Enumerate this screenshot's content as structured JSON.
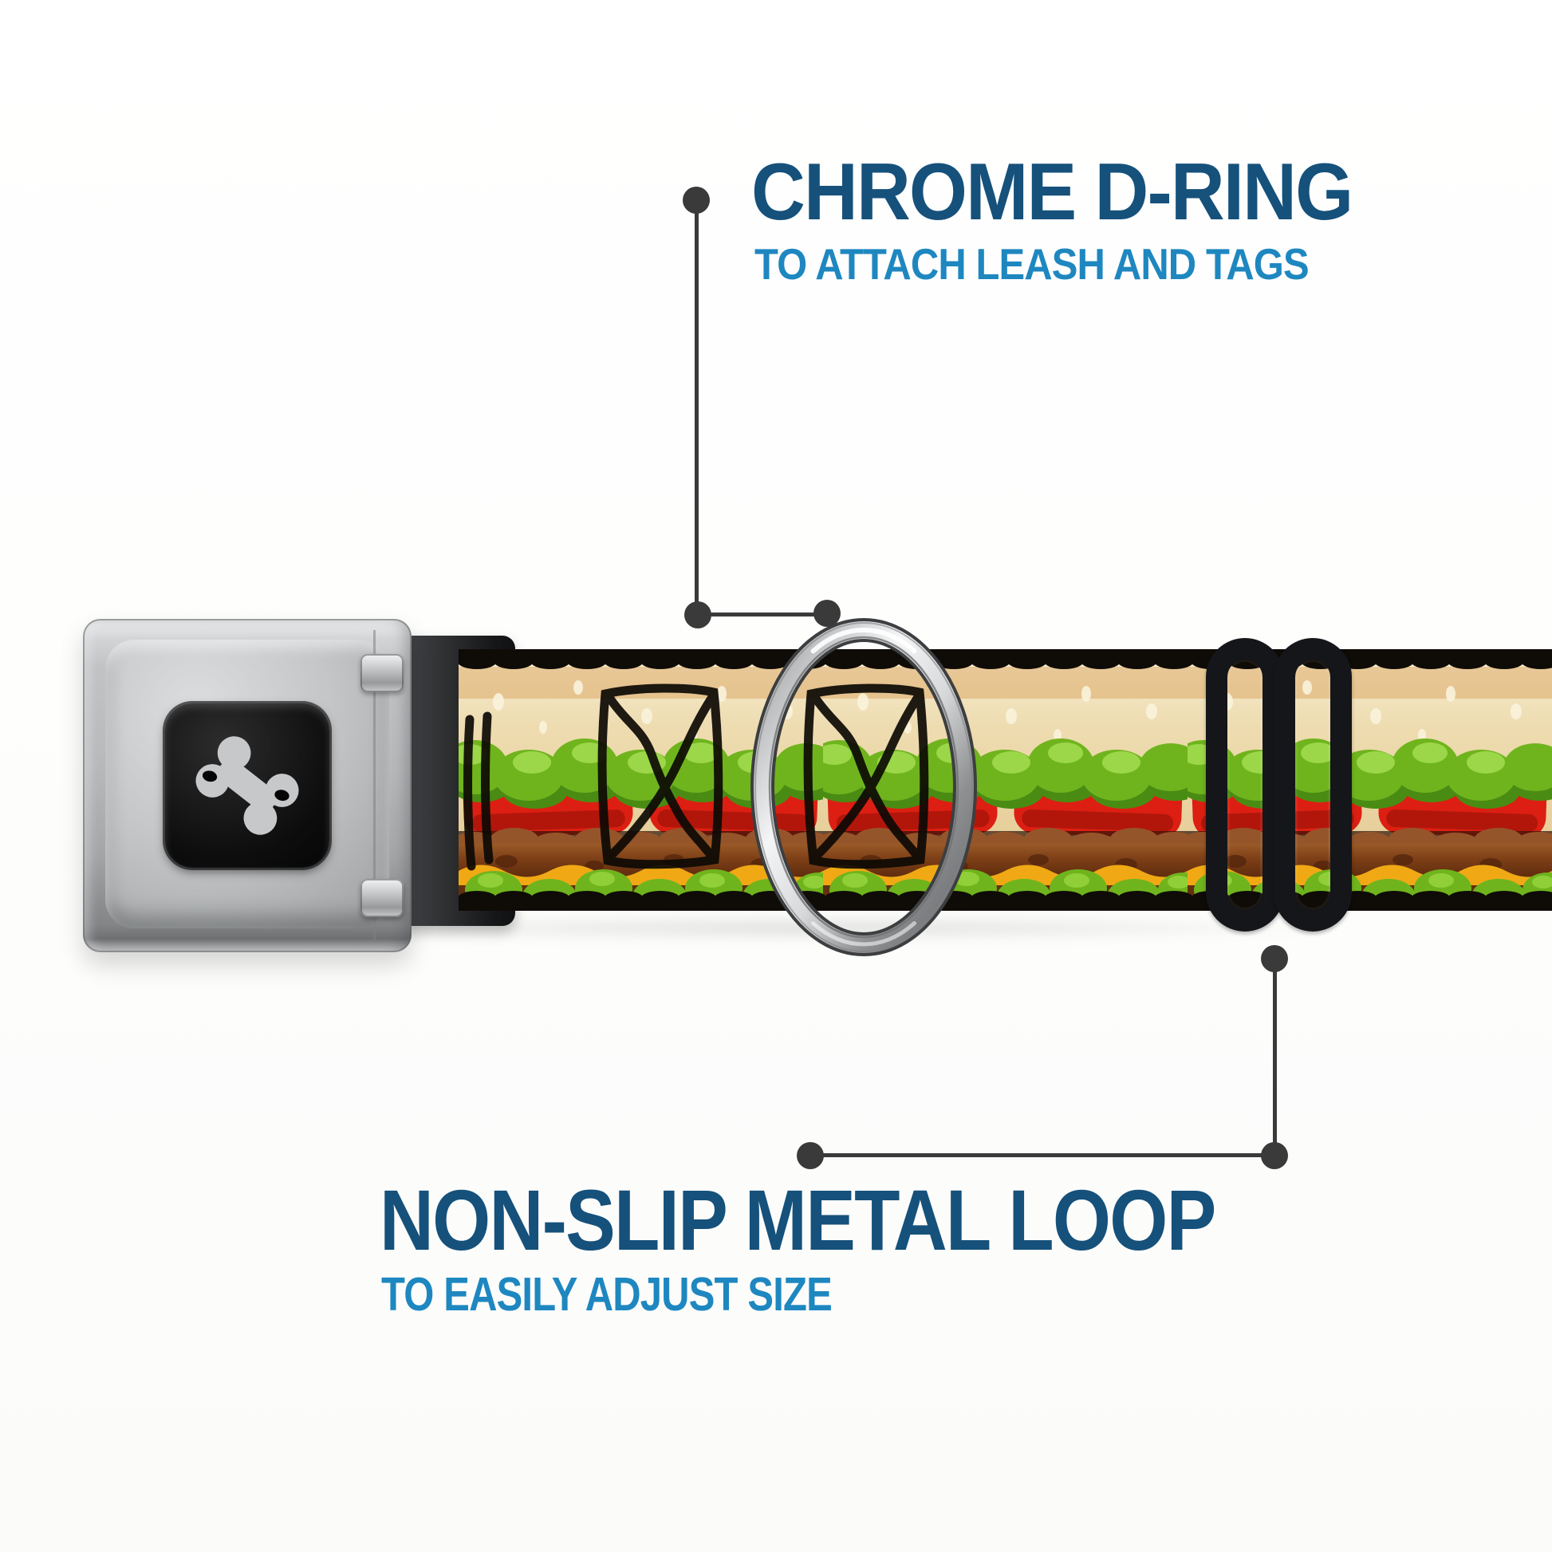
{
  "image": {
    "kind": "annotated product photo",
    "subject": "dog collar with seatbelt buckle, burger-print webbing, chrome D-ring and metal adjustment loop"
  },
  "callouts": {
    "top": {
      "title": "CHROME D-RING",
      "subtitle": "TO ATTACH LEASH AND TAGS"
    },
    "bottom": {
      "title": "NON-SLIP METAL LOOP",
      "subtitle": "TO EASILY ADJUST SIZE"
    }
  },
  "icons": {
    "buckle_logo": "dog-bone-icon"
  },
  "colors": {
    "title": "#15517b",
    "subtitle": "#1e87c0",
    "callout": "#3a3a3a",
    "buckle_silver": "#b6b8ba",
    "buckle_inset": "#0a0a0a",
    "bone_logo": "#c7c8ca",
    "dring_chrome": "#e9eaeb",
    "adjuster": "#151619",
    "burger_bun": "#ecd9a8",
    "burger_lettuce": "#6fb41d",
    "burger_tomato": "#dc1f12",
    "burger_patty": "#7d3f16",
    "burger_cheese": "#f0a914",
    "burger_outline": "#0f0b07"
  }
}
